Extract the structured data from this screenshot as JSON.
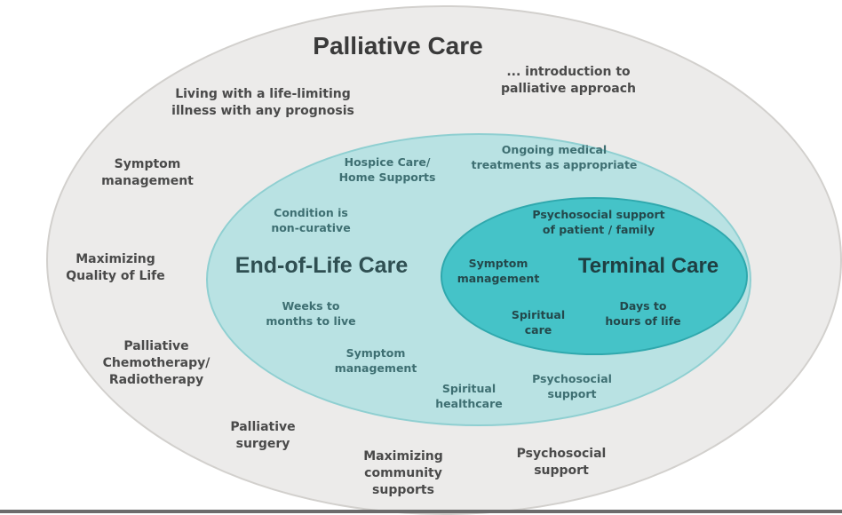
{
  "outer": {
    "title": "Palliative Care",
    "items": [
      "Living with a life-limiting\nillness with any prognosis",
      "... introduction to\npalliative approach",
      "Symptom\nmanagement",
      "Maximizing\nQuality of Life",
      "Palliative\nChemotherapy/\nRadiotherapy",
      "Palliative\nsurgery",
      "Maximizing\ncommunity\nsupports",
      "Psychosocial\nsupport"
    ]
  },
  "middle": {
    "title": "End-of-Life Care",
    "items": [
      "Hospice Care/\nHome Supports",
      "Ongoing medical\ntreatments as appropriate",
      "Condition is\nnon-curative",
      "Weeks to\nmonths to live",
      "Symptom\nmanagement",
      "Spiritual\nhealthcare",
      "Psychosocial\nsupport"
    ]
  },
  "inner": {
    "title": "Terminal Care",
    "items": [
      "Psychosocial support\nof patient / family",
      "Symptom\nmanagement",
      "Spiritual\ncare",
      "Days to\nhours of life"
    ]
  },
  "colors": {
    "outer_fill": "#ecebea",
    "middle_fill": "#b9e2e3",
    "inner_fill": "#45c3c8"
  }
}
